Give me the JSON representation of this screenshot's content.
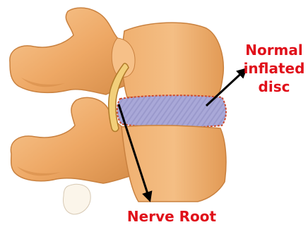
{
  "labels": {
    "disc_line1": "Normal",
    "disc_line2": "inflated",
    "disc_line3": "disc",
    "nerve_root": "Nerve Root"
  },
  "colors": {
    "bone": "#eea865",
    "bone_shadow": "#c9813f",
    "bone_highlight": "#f8c994",
    "disc": "#a9a8d8",
    "disc_edge": "#cc4a2e",
    "nerve": "#f2cf7a",
    "label": "#e0101a",
    "arrow": "#000000"
  }
}
